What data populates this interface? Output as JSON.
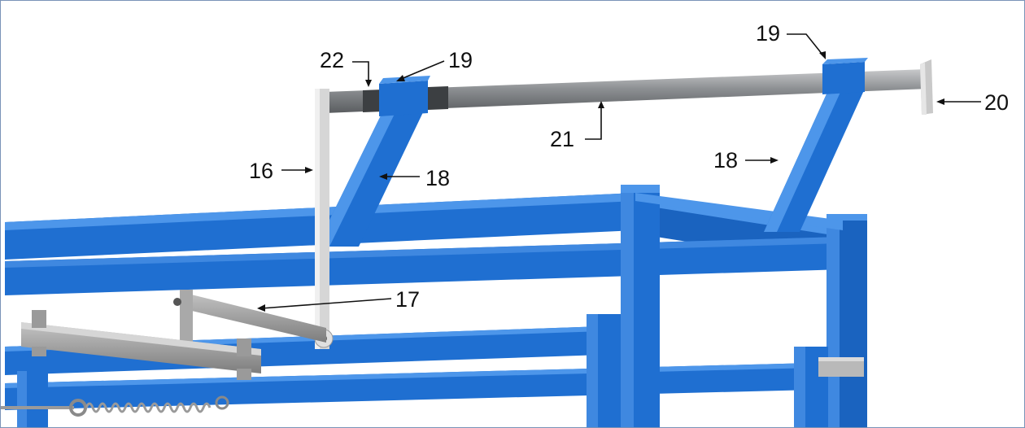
{
  "callouts": {
    "c22": "22",
    "c19a": "19",
    "c19b": "19",
    "c20": "20",
    "c21": "21",
    "c18a": "18",
    "c18b": "18",
    "c16": "16",
    "c17": "17"
  },
  "colors": {
    "frame_blue": "#1f6fd1",
    "frame_blue_dark": "#1550a8",
    "frame_blue_light": "#4a92e6",
    "rod_gray": "#8a8d90",
    "lever_light": "#dcdcdc",
    "bracket_gray": "#9a9a9a"
  }
}
